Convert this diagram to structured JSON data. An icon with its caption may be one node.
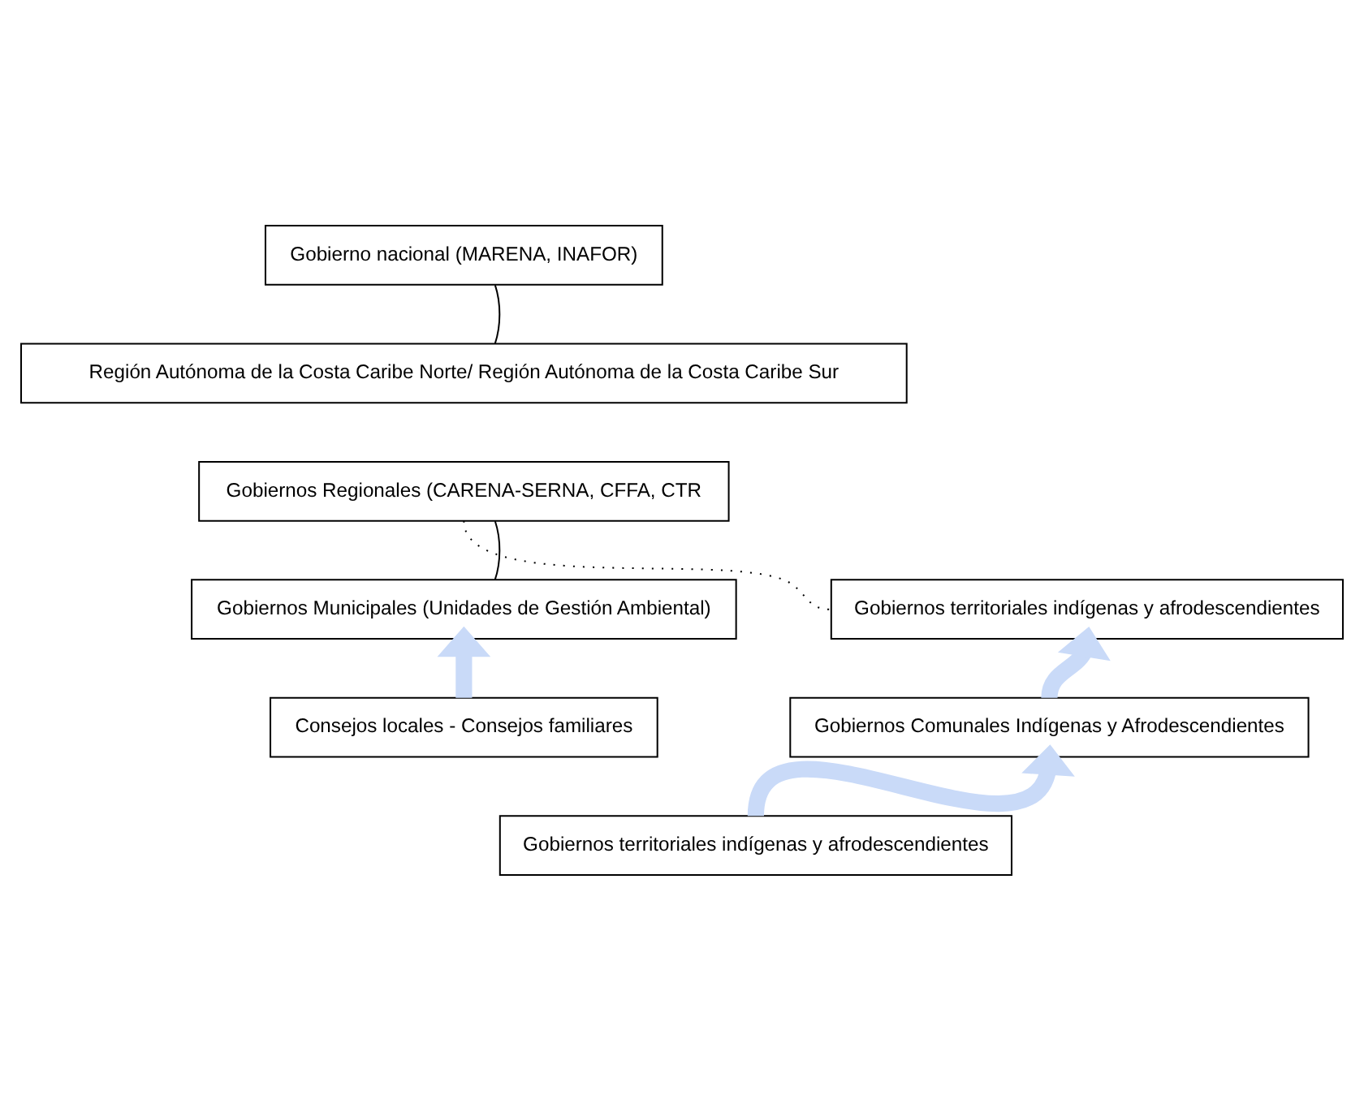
{
  "diagram": {
    "nodes": [
      {
        "text": [
          "Gobierno nacional (MARENA, INAFOR)"
        ]
      },
      {
        "text": [
          "Región Autónoma de la Costa Caribe Norte/ Región Autónoma de la Costa Caribe Sur"
        ]
      },
      {
        "text": [
          "Gobiernos Regionales (CARENA-SERNA, CFFA, CTR"
        ]
      },
      {
        "text": [
          "Gobiernos Municipales (Unidades de Gestión Ambiental)"
        ]
      },
      {
        "text": [
          "Gobiernos territoriales indígenas y afrodescendientes"
        ]
      },
      {
        "text": [
          "Consejos locales - Consejos familiares"
        ]
      },
      {
        "text": [
          "Gobiernos Comunales Indígenas y Afrodescendientes"
        ]
      },
      {
        "text": [
          "Gobiernos territoriales indígenas y afrodescendientes"
        ]
      }
    ],
    "edges": [
      {
        "from": 0,
        "to": 1,
        "arrow": "none"
      },
      {
        "from": 2,
        "to": 3,
        "arrow": "none"
      },
      {
        "from": 2,
        "to": 4,
        "arrow": "none",
        "style": "dashed"
      },
      {
        "from": 5,
        "to": 3,
        "arrow": "to",
        "style": "thick",
        "color": "#c9daf8"
      },
      {
        "from": 6,
        "to": 4,
        "arrow": "to",
        "style": "thick",
        "color": "#c9daf8"
      },
      {
        "from": 7,
        "to": 6,
        "arrow": "to",
        "style": "thick",
        "color": "#c9daf8"
      }
    ]
  }
}
